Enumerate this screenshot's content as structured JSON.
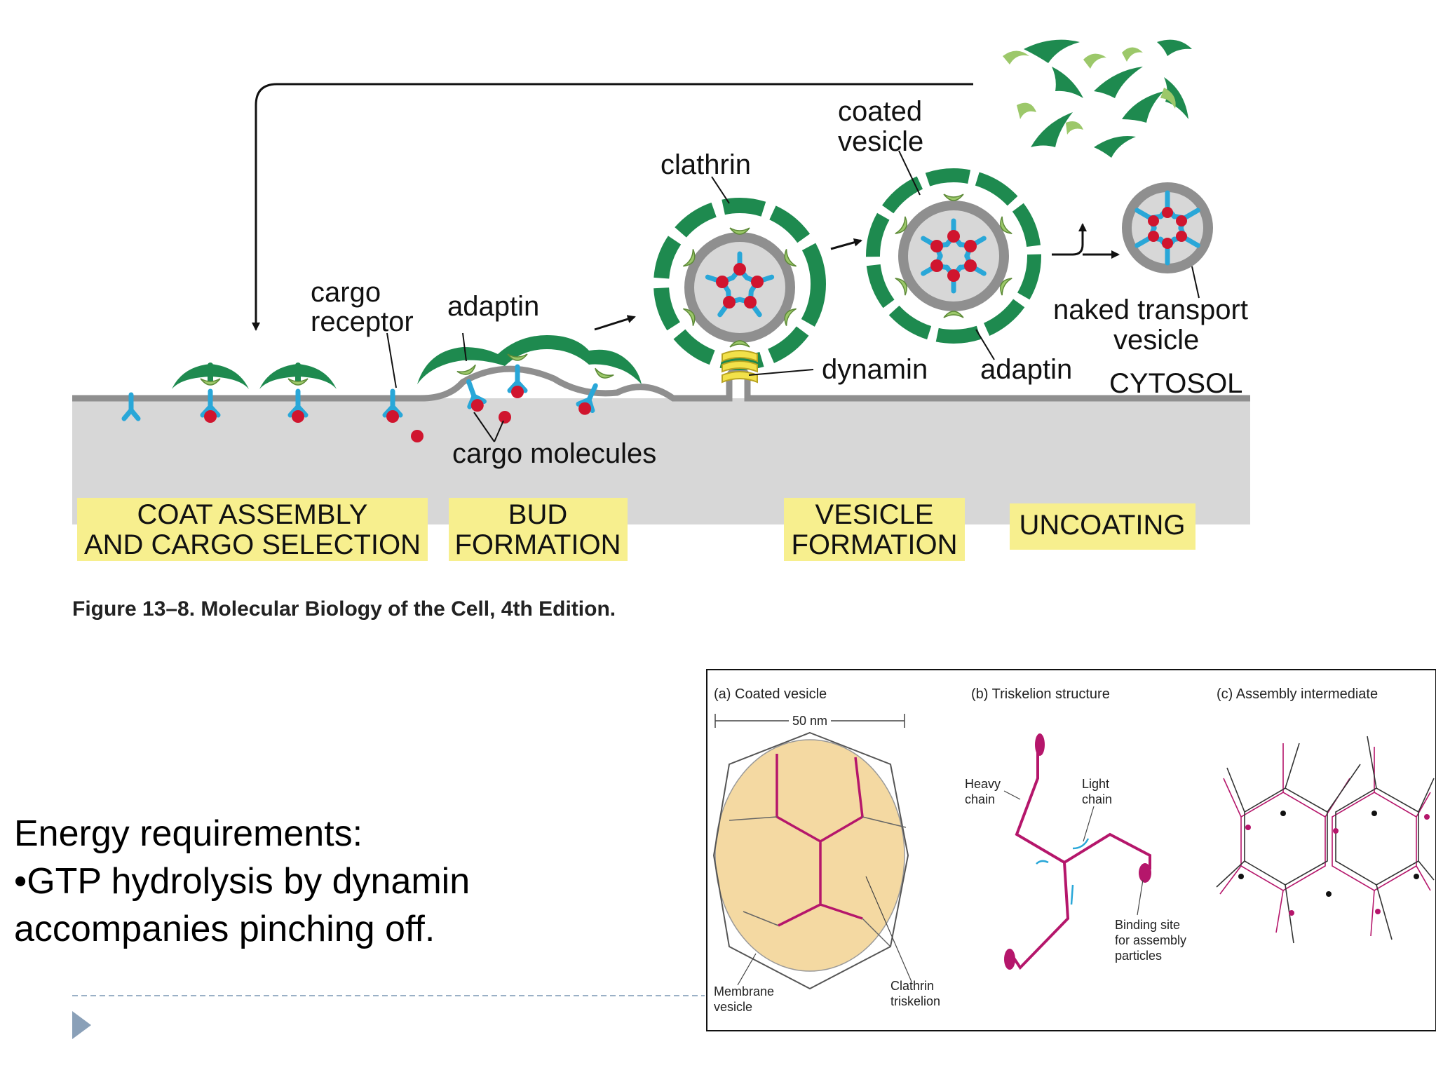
{
  "figure": {
    "labels": {
      "coated_vesicle": [
        "coated",
        "vesicle"
      ],
      "clathrin": "clathrin",
      "cargo_receptor": [
        "cargo",
        "receptor"
      ],
      "adaptin_bud": "adaptin",
      "dynamin": "dynamin",
      "adaptin_vesicle": "adaptin",
      "naked_transport_vesicle": [
        "naked transport",
        "vesicle"
      ],
      "cytosol": "CYTOSOL",
      "cargo_molecules": "cargo molecules"
    },
    "stages": {
      "coat_assembly": [
        "COAT ASSEMBLY",
        "AND CARGO SELECTION"
      ],
      "bud_formation": [
        "BUD",
        "FORMATION"
      ],
      "vesicle_formation": [
        "VESICLE",
        "FORMATION"
      ],
      "uncoating": [
        "UNCOATING"
      ]
    },
    "caption": "Figure 13–8. Molecular Biology of the Cell, 4th Edition."
  },
  "energy": {
    "heading": "Energy requirements:",
    "bullet_line1": "•GTP hydrolysis by dynamin",
    "bullet_line2": "accompanies pinching off."
  },
  "clathrin_panels": {
    "a": {
      "title": "(a)  Coated vesicle",
      "scale": "50 nm",
      "membrane": [
        "Membrane",
        "vesicle"
      ],
      "triskelion": [
        "Clathrin",
        "triskelion"
      ]
    },
    "b": {
      "title": "(b)  Triskelion structure",
      "heavy": [
        "Heavy",
        "chain"
      ],
      "light": [
        "Light",
        "chain"
      ],
      "binding": [
        "Binding site",
        "for assembly",
        "particles"
      ]
    },
    "c": {
      "title": "(c)  Assembly intermediate"
    }
  },
  "colors": {
    "clathrin_green": "#1e8a4f",
    "adaptin_lightgreen": "#9cc86a",
    "receptor_blue": "#29a7d8",
    "cargo_red": "#d0152e",
    "dynamin_yellow": "#f2e14a",
    "stage_label_bg": "#f7ef8e",
    "membrane_gray": "#8f8f8f",
    "lumen_gray": "#d7d7d7",
    "vesicle_fill": "#f4d9a2",
    "triskelion_magenta": "#b5166b"
  }
}
